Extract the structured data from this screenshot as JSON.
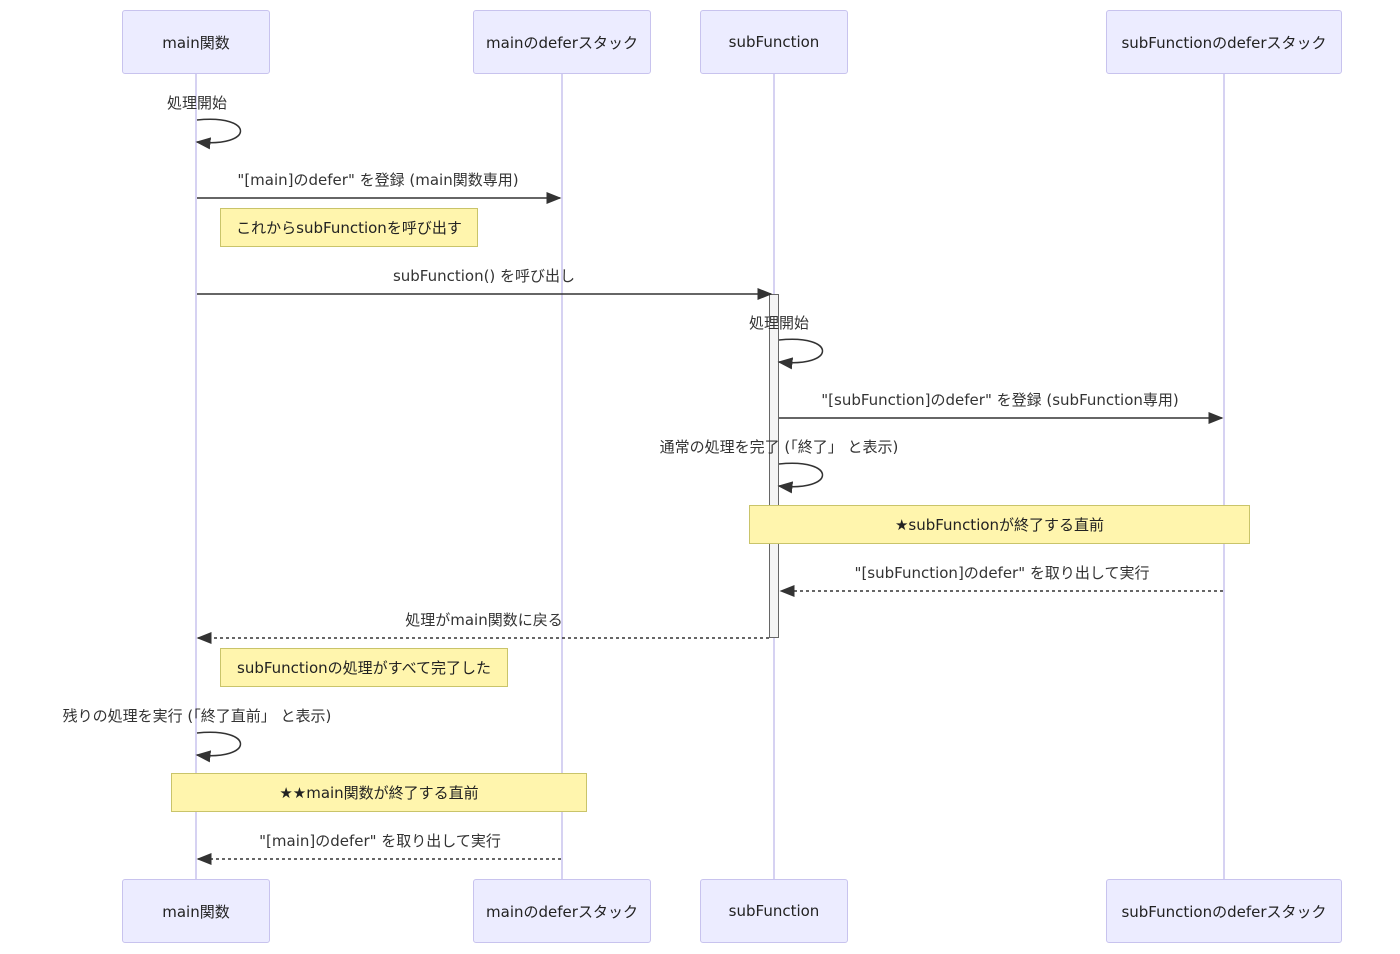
{
  "actors": {
    "main": "main関数",
    "main_stack": "mainのdeferスタック",
    "sub": "subFunction",
    "sub_stack": "subFunctionのdeferスタック"
  },
  "messages": {
    "m1": "処理開始",
    "m2": "\"[main]のdefer\" を登録 (main関数専用)",
    "m3": "subFunction() を呼び出し",
    "m4": "処理開始",
    "m5": "\"[subFunction]のdefer\" を登録 (subFunction専用)",
    "m6": "通常の処理を完了 (「終了」 と表示)",
    "m7": "\"[subFunction]のdefer\" を取り出して実行",
    "m8": "処理がmain関数に戻る",
    "m9": "残りの処理を実行 (「終了直前」 と表示)",
    "m10": "\"[main]のdefer\" を取り出して実行"
  },
  "notes": {
    "n1": "これからsubFunctionを呼び出す",
    "n2": "★subFunctionが終了する直前",
    "n3": "subFunctionの処理がすべて完了した",
    "n4": "★★main関数が終了する直前"
  },
  "colors": {
    "actor_fill": "#ececff",
    "actor_border": "#c8c3ee",
    "note_fill": "#fff5ad",
    "line": "#333333"
  }
}
